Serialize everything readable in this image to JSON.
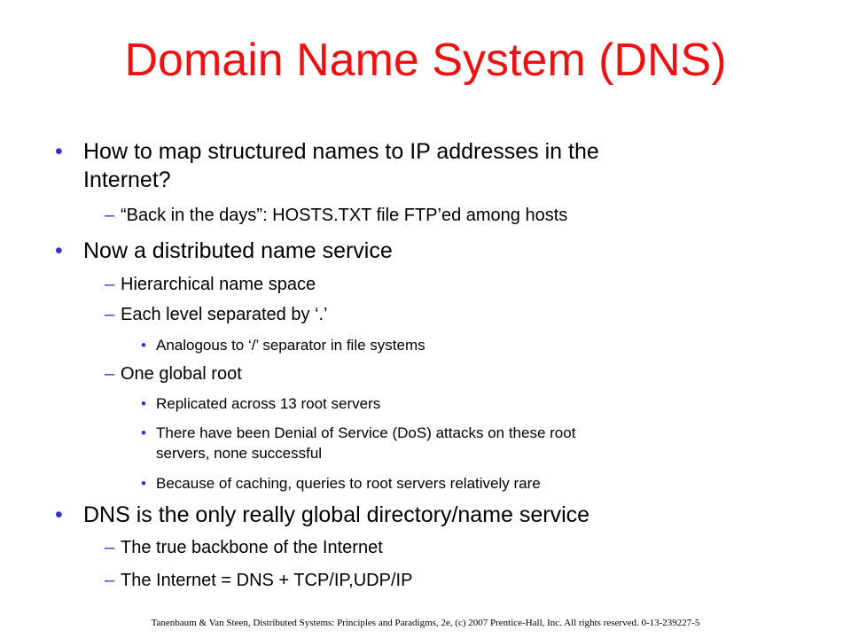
{
  "title": "Domain Name System (DNS)",
  "bullets": {
    "b1": {
      "line1": "How to map structured names to IP addresses in the",
      "line2": "Internet?",
      "sub1": "“Back in the days”: HOSTS.TXT file FTP’ed among hosts"
    },
    "b2": {
      "text": "Now a distributed name service",
      "sub1": "Hierarchical name space",
      "sub2": "Each level separated by ‘.’",
      "sub2_1": "Analogous to ‘/’ separator in file systems",
      "sub3": "One global root",
      "sub3_1": "Replicated across 13 root servers",
      "sub3_2_line1": "There have been Denial of Service (DoS) attacks on these root",
      "sub3_2_line2": "servers, none successful",
      "sub3_3": "Because of caching, queries to root servers relatively rare"
    },
    "b3": {
      "text": "DNS is the only really global directory/name service",
      "sub1": "The true backbone of the Internet",
      "sub2": "The Internet = DNS + TCP/IP,UDP/IP"
    }
  },
  "markers": {
    "bullet": "•",
    "dash": "–"
  },
  "footer": "Tanenbaum & Van Steen, Distributed Systems: Principles and Paradigms, 2e, (c) 2007 Prentice-Hall, Inc. All rights reserved. 0-13-239227-5",
  "colors": {
    "title": "#ee1111",
    "bullet": "#3333cc",
    "text": "#000000"
  }
}
